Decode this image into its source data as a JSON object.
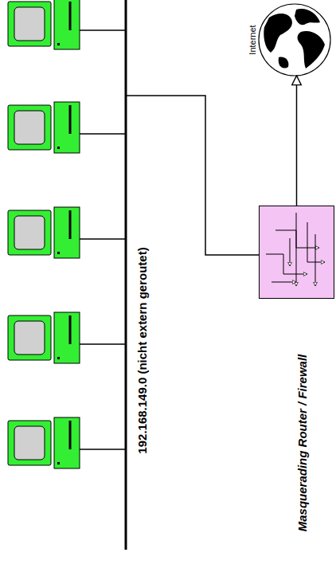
{
  "diagram": {
    "nodes": [
      {
        "text": [
          "Internet"
        ]
      },
      {
        "text": [
          "Masquerading Router / Firewall"
        ]
      }
    ],
    "edges": [
      {
        "from": 1,
        "to": 0,
        "arrow": "to"
      }
    ],
    "labels": [
      "192.168.149.0 (nicht extern geroutet)"
    ]
  }
}
